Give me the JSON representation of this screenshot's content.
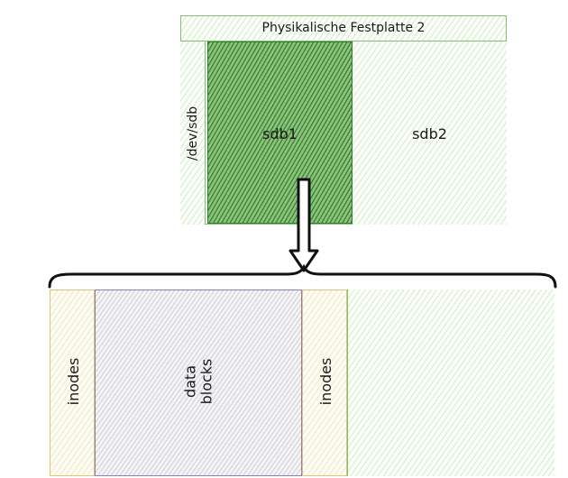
{
  "disk": {
    "title": "Physikalische Festplatte 2",
    "device_label": "/dev/sdb",
    "partitions": [
      {
        "label": "sdb1"
      },
      {
        "label": "sdb2"
      }
    ]
  },
  "filesystem": {
    "regions": [
      {
        "label": "inodes"
      },
      {
        "label": "data\nblocks"
      },
      {
        "label": "inodes"
      },
      {
        "label": ""
      }
    ]
  },
  "colors": {
    "disk_border": "#7fbf6e",
    "partition_selected": "#2e7d32",
    "inode_border": "#d8c77a",
    "data_border": "#8b7fb5",
    "stroke": "#111111"
  }
}
